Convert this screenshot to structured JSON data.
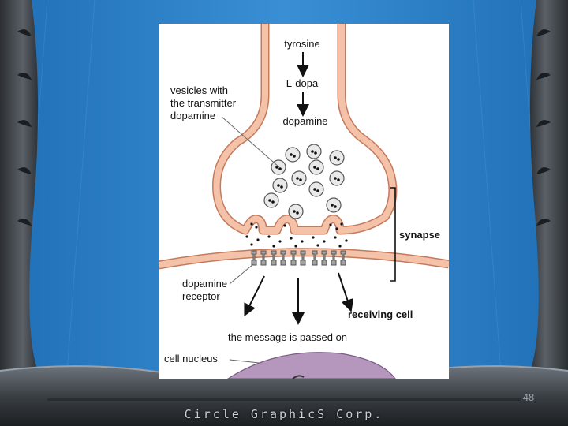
{
  "diagram": {
    "labels": {
      "tyrosine": "tyrosine",
      "ldopa": "L-dopa",
      "dopamine": "dopamine",
      "vesicles_line1": "vesicles with",
      "vesicles_line2": "the transmitter",
      "vesicles_line3": "dopamine",
      "synapse": "synapse",
      "receptor_line1": "dopamine",
      "receptor_line2": "receptor",
      "receiving_cell": "receiving cell",
      "message": "the message is passed on",
      "nucleus": "cell nucleus"
    },
    "colors": {
      "membrane": "#f3c2a8",
      "membrane_edge": "#c47a5c",
      "receptor": "#9a9a9a",
      "nucleus": "#b597bd"
    }
  },
  "footer": {
    "slide_number": "48",
    "brand": "Circle GraphicS Corp."
  }
}
